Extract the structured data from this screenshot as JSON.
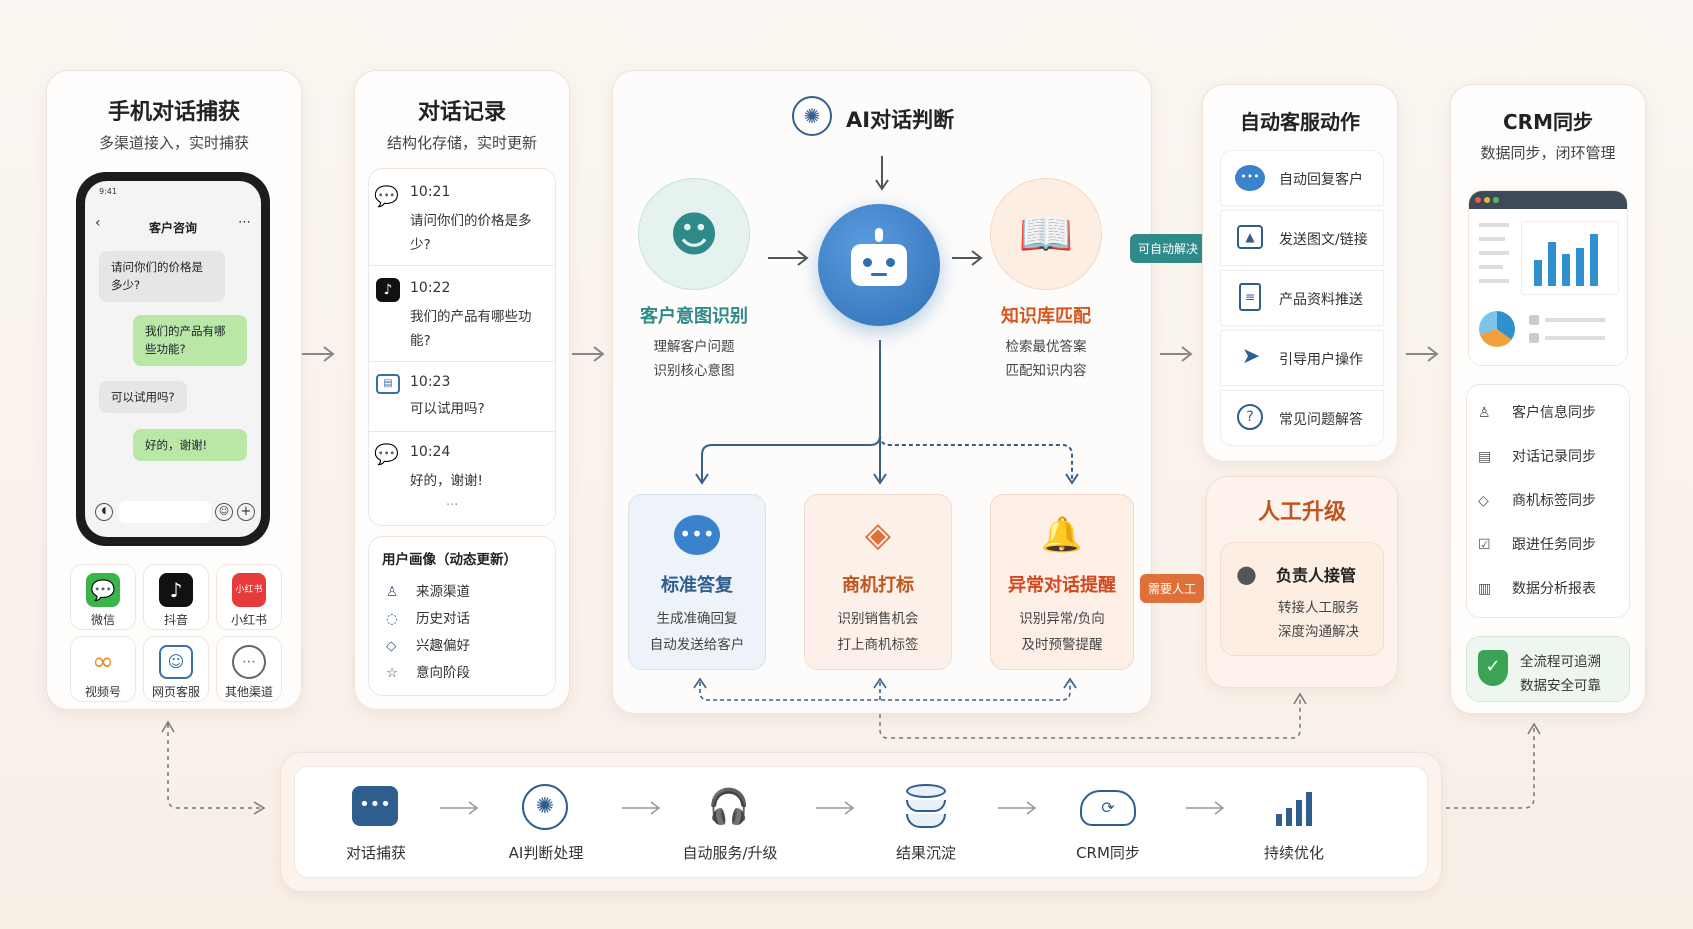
{
  "capture": {
    "title": "手机对话捕获",
    "subtitle": "多渠道接入，实时捕获",
    "phone": {
      "time": "9:41",
      "header": "客户咨询",
      "messages": [
        "请问你们的价格是多少?",
        "我们的产品有哪些功能?",
        "可以试用吗?",
        "好的，谢谢!"
      ]
    },
    "channels": [
      "微信",
      "抖音",
      "小红书",
      "视频号",
      "网页客服",
      "其他渠道"
    ],
    "xhs_logo_text": "小红书"
  },
  "records": {
    "title": "对话记录",
    "subtitle": "结构化存储，实时更新",
    "items": [
      {
        "time": "10:21",
        "text": "请问你们的价格是多少?",
        "channel_icon": "wechat-icon"
      },
      {
        "time": "10:22",
        "text": "我们的产品有哪些功能?",
        "channel_icon": "douyin-icon"
      },
      {
        "time": "10:23",
        "text": "可以试用吗?",
        "channel_icon": "web-icon"
      },
      {
        "time": "10:24",
        "text": "好的，谢谢!",
        "channel_icon": "wechat-icon"
      }
    ],
    "more": "...",
    "profile_title": "用户画像（动态更新）",
    "profile_items": [
      "来源渠道",
      "历史对话",
      "兴趣偏好",
      "意向阶段"
    ]
  },
  "ai": {
    "title": "AI对话判断",
    "intent_title": "客户意图识别",
    "intent_desc": [
      "理解客户问题",
      "识别核心意图"
    ],
    "kb_title": "知识库匹配",
    "kb_desc": [
      "检索最优答案",
      "匹配知识内容"
    ],
    "outcomes": [
      {
        "title": "标准答复",
        "desc": [
          "生成准确回复",
          "自动发送给客户"
        ],
        "color": "#2f5e8e"
      },
      {
        "title": "商机打标",
        "desc": [
          "识别销售机会",
          "打上商机标签"
        ],
        "color": "#c0561f"
      },
      {
        "title": "异常对话提醒",
        "desc": [
          "识别异常/负向",
          "及时预警提醒"
        ],
        "color": "#d4481f"
      }
    ]
  },
  "tags": {
    "auto": "可自动解决",
    "human": "需要人工"
  },
  "actions": {
    "title": "自动客服动作",
    "items": [
      "自动回复客户",
      "发送图文/链接",
      "产品资料推送",
      "引导用户操作",
      "常见问题解答"
    ]
  },
  "human": {
    "title": "人工升级",
    "owner": "负责人接管",
    "desc": [
      "转接人工服务",
      "深度沟通解决"
    ]
  },
  "crm": {
    "title": "CRM同步",
    "subtitle": "数据同步，闭环管理",
    "items": [
      "客户信息同步",
      "对话记录同步",
      "商机标签同步",
      "跟进任务同步",
      "数据分析报表"
    ],
    "security": [
      "全流程可追溯",
      "数据安全可靠"
    ]
  },
  "flow": {
    "steps": [
      "对话捕获",
      "AI判断处理",
      "自动服务/升级",
      "结果沉淀",
      "CRM同步",
      "持续优化"
    ]
  },
  "colors": {
    "blue": "#2f6fb4",
    "teal": "#2f8a8a",
    "orange": "#e0703a",
    "green": "#3aa356"
  }
}
